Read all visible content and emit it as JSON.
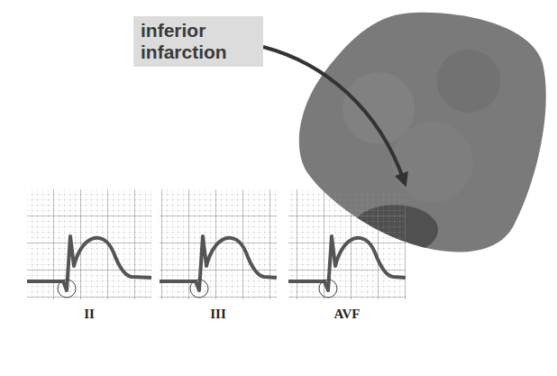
{
  "diagram": {
    "nodes": [
      {
        "text": [
          "inferior infarction"
        ]
      }
    ],
    "labels": [
      "II",
      "III",
      "AVF"
    ]
  }
}
